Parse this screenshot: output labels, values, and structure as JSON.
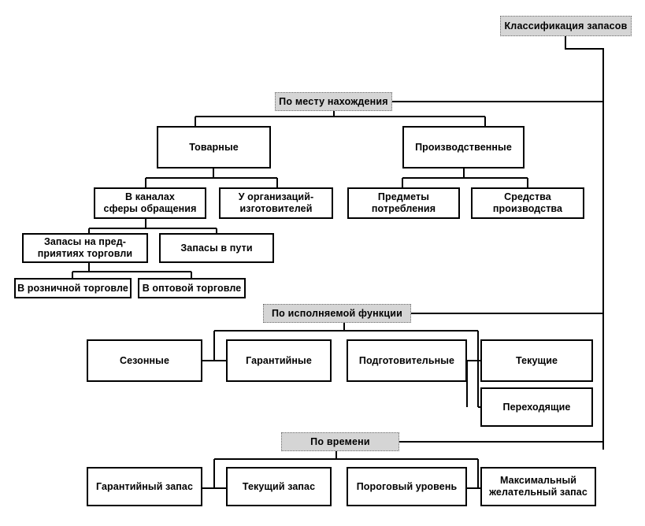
{
  "diagram": {
    "title": "Классификация запасов",
    "type": "hierarchy-tree",
    "colors": {
      "line": "#000000",
      "box_border": "#000000",
      "category_fill": "#d5d5d5",
      "category_border": "#6f6f6f",
      "text": "#000000",
      "background": "#ffffff"
    },
    "root": {
      "label": "Классификация запасов"
    },
    "categories": [
      {
        "id": "po-mestu-nahozhdeniya",
        "label": "По месту нахождения",
        "nodes": [
          {
            "id": "tovarnye",
            "label": "Товарные"
          },
          {
            "id": "proizvodstvennye",
            "label": "Производственные"
          },
          {
            "id": "v-kanalah-sfery-obrascheniya",
            "label": "В каналах\nсферы обращения"
          },
          {
            "id": "u-organizaciy-izgotoviteley",
            "label": "У организаций-\nизготовителей"
          },
          {
            "id": "predmety-potrebleniya",
            "label": "Предметы\nпотребления"
          },
          {
            "id": "sredstva-proizvodstva",
            "label": "Средства\nпроизводства"
          },
          {
            "id": "zapasy-na-predpriyatiyah-torgovli",
            "label": "Запасы на пред-\nприятиях торговли"
          },
          {
            "id": "zapasy-v-puti",
            "label": "Запасы в пути"
          },
          {
            "id": "v-roznichnoy-torgovle",
            "label": "В розничной торговле"
          },
          {
            "id": "v-optovoy-torgovle",
            "label": "В оптовой торговле"
          }
        ]
      },
      {
        "id": "po-ispolnyaemoy-funkcii",
        "label": "По исполняемой функции",
        "nodes": [
          {
            "id": "sezonnye",
            "label": "Сезонные"
          },
          {
            "id": "garantiynye",
            "label": "Гарантийные"
          },
          {
            "id": "podgotovitelnye",
            "label": "Подготовительные"
          },
          {
            "id": "tekuschie",
            "label": "Текущие"
          },
          {
            "id": "perehodyaschie",
            "label": "Переходящие"
          }
        ]
      },
      {
        "id": "po-vremeni",
        "label": "По времени",
        "nodes": [
          {
            "id": "garantiynyy-zapas",
            "label": "Гарантийный запас"
          },
          {
            "id": "tekuschiy-zapas",
            "label": "Текущий запас"
          },
          {
            "id": "porogovyy-uroven",
            "label": "Пороговый уровень"
          },
          {
            "id": "maksimalnyy-zhelatelnyy-zapas",
            "label": "Максимальный\nжелательный запас"
          }
        ]
      }
    ]
  }
}
